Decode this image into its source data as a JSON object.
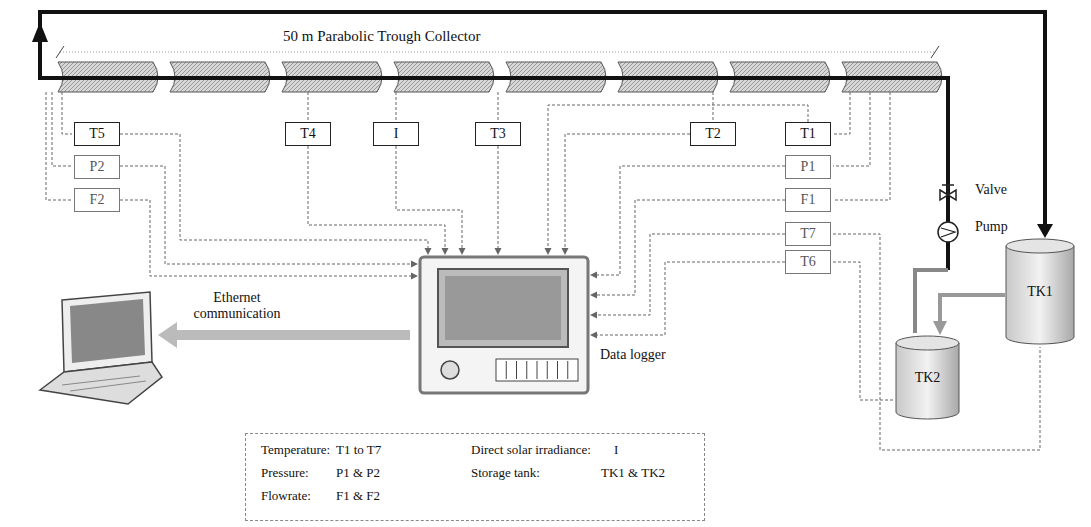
{
  "diagram": {
    "nodes": [
      {
        "text": [
          "T5"
        ]
      },
      {
        "text": [
          "P2"
        ]
      },
      {
        "text": [
          "F2"
        ]
      },
      {
        "text": [
          "T4"
        ]
      },
      {
        "text": [
          "I"
        ]
      },
      {
        "text": [
          "T3"
        ]
      },
      {
        "text": [
          "T2"
        ]
      },
      {
        "text": [
          "T1"
        ]
      },
      {
        "text": [
          "P1"
        ]
      },
      {
        "text": [
          "F1"
        ]
      },
      {
        "text": [
          "T7"
        ]
      },
      {
        "text": [
          "T6"
        ]
      },
      {
        "text": [
          "Data logger"
        ]
      },
      {
        "text": [
          "TK1"
        ]
      },
      {
        "text": [
          "TK2"
        ]
      },
      {
        "text": [
          "Temperature:",
          "T1 to T7",
          "Direct solar irradiance:",
          "I",
          "Pressure:",
          "P1 & P2",
          "Storage tank:",
          "TK1 & TK2",
          "Flowrate:",
          "F1 & F2"
        ]
      }
    ],
    "edges": [
      {
        "from": 0,
        "to": 12,
        "arrow": "to"
      },
      {
        "from": 1,
        "to": 12,
        "arrow": "to"
      },
      {
        "from": 2,
        "to": 12,
        "arrow": "to"
      },
      {
        "from": 3,
        "to": 12,
        "arrow": "to"
      },
      {
        "from": 4,
        "to": 12,
        "arrow": "to"
      },
      {
        "from": 5,
        "to": 12,
        "arrow": "to"
      },
      {
        "from": 6,
        "to": 12,
        "arrow": "to"
      },
      {
        "from": 7,
        "to": 12,
        "arrow": "to"
      },
      {
        "from": 8,
        "to": 12,
        "arrow": "to"
      },
      {
        "from": 9,
        "to": 12,
        "arrow": "to"
      },
      {
        "from": 10,
        "to": 12,
        "arrow": "to"
      },
      {
        "from": 11,
        "to": 12,
        "arrow": "to"
      },
      {
        "from": 13,
        "to": 14,
        "arrow": "to"
      }
    ],
    "labels": [
      "50 m Parabolic Trough Collector",
      "Ethernet communication",
      "Valve",
      "Pump"
    ]
  }
}
